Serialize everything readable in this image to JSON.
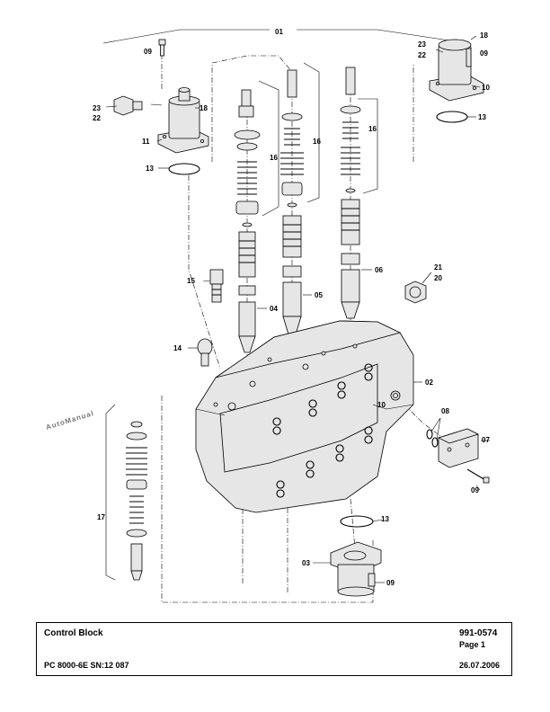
{
  "diagram": {
    "labels": {
      "l01": "01",
      "l02": "02",
      "l03": "03",
      "l04": "04",
      "l05": "05",
      "l06": "06",
      "l07": "07",
      "l08": "08",
      "l09a": "09",
      "l09b": "09",
      "l09c": "09",
      "l09d": "09",
      "l10a": "10",
      "l10b": "10",
      "l11": "11",
      "l13a": "13",
      "l13b": "13",
      "l13c": "13",
      "l14": "14",
      "l15": "15",
      "l16a": "16",
      "l16b": "16",
      "l16c": "16",
      "l17": "17",
      "l18a": "18",
      "l18b": "18",
      "l20": "20",
      "l21": "21",
      "l22a": "22",
      "l22b": "22",
      "l23a": "23",
      "l23b": "23"
    },
    "watermark": "AutoManual"
  },
  "title_block": {
    "title": "Control Block",
    "part_number": "991-0574",
    "page": "Page 1",
    "model": "PC 8000-6E SN:12 087",
    "date": "26.07.2006"
  }
}
